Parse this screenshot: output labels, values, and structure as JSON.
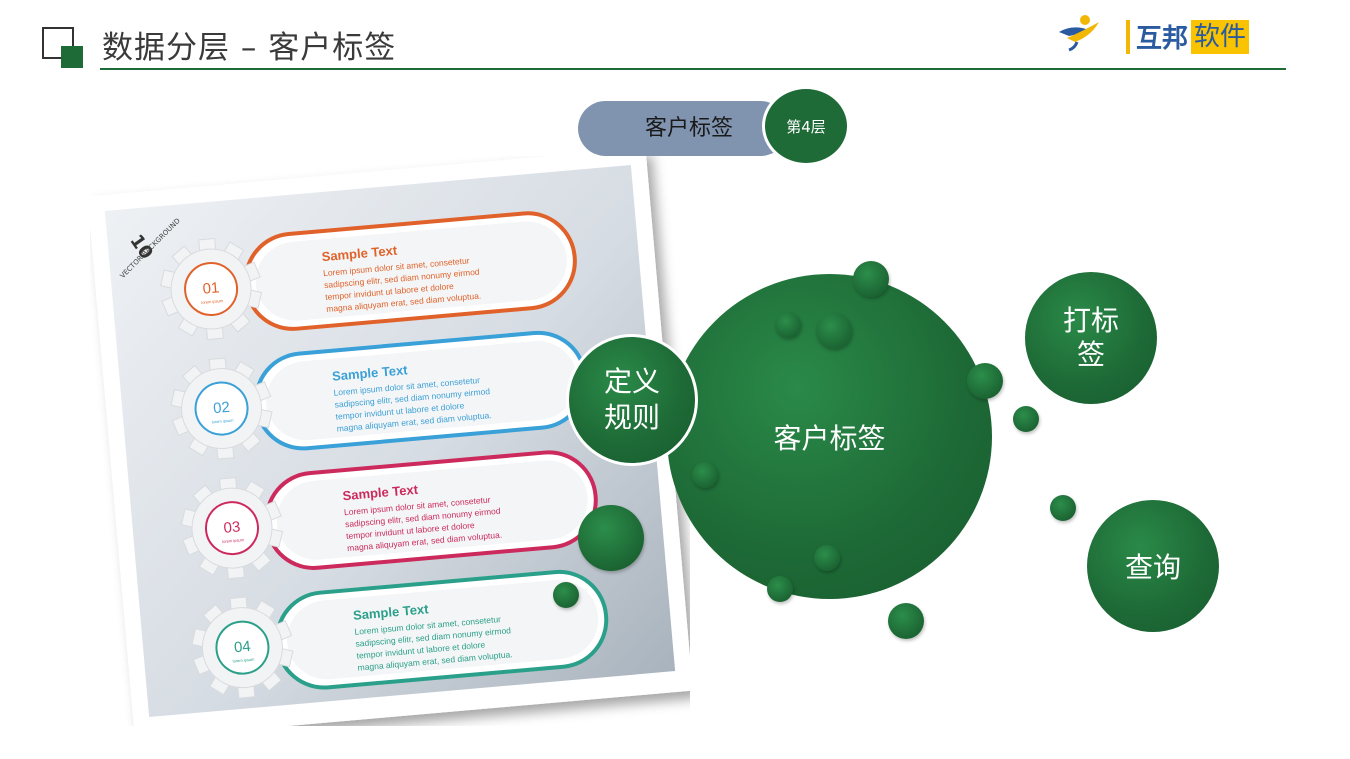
{
  "header": {
    "title": "数据分层 – 客户标签",
    "logo_text_a": "互邦",
    "logo_text_b": "软件"
  },
  "layer_pill": {
    "label": "客户标签",
    "badge": "第4层"
  },
  "infographic": {
    "corner_number": "10",
    "corner_caption": "VECTOR BACKGROUND",
    "items": [
      {
        "num": "01",
        "sub": "lorem ipsum",
        "title": "Sample Text",
        "lines": [
          "Lorem ipsum dolor sit amet, consetetur",
          "sadipscing elitr, sed diam nonumy eirmod",
          "tempor invidunt ut labore et dolore",
          "magna aliquyam erat, sed diam voluptua."
        ],
        "color": "#e0622a"
      },
      {
        "num": "02",
        "sub": "lorem ipsum",
        "title": "Sample Text",
        "lines": [
          "Lorem ipsum dolor sit amet, consetetur",
          "sadipscing elitr, sed diam nonumy eirmod",
          "tempor invidunt ut labore et dolore",
          "magna aliquyam erat, sed diam voluptua."
        ],
        "color": "#3aa0d8"
      },
      {
        "num": "03",
        "sub": "lorem ipsum",
        "title": "Sample Text",
        "lines": [
          "Lorem ipsum dolor sit amet, consetetur",
          "sadipscing elitr, sed diam nonumy eirmod",
          "tempor invidunt ut labore et dolore",
          "magna aliquyam erat, sed diam voluptua."
        ],
        "color": "#cc2a5c"
      },
      {
        "num": "04",
        "sub": "lorem ipsum",
        "title": "Sample Text",
        "lines": [
          "Lorem ipsum dolor sit amet, consetetur",
          "sadipscing elitr, sed diam nonumy eirmod",
          "tempor invidunt ut labore et dolore",
          "magna aliquyam erat, sed diam voluptua."
        ],
        "color": "#2aa08a"
      }
    ]
  },
  "bubbles": {
    "main": "客户标签",
    "define_rules": "定义\n规则",
    "tagging": "打标\n签",
    "query": "查询"
  },
  "colors": {
    "brand_green": "#1e6b37",
    "pill_gray_blue": "#8094b0"
  }
}
